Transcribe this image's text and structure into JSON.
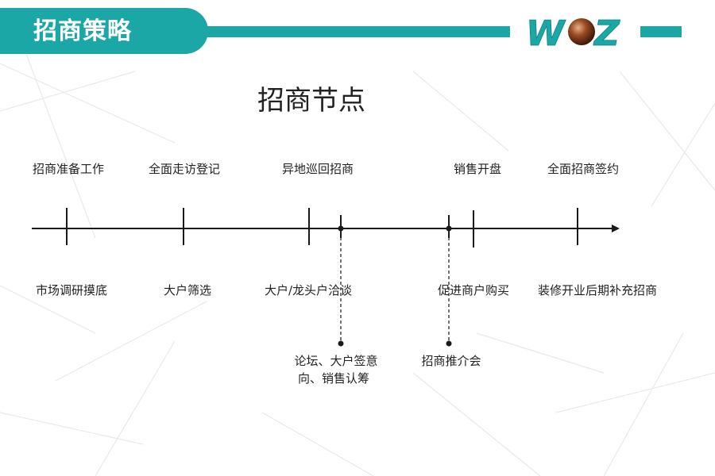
{
  "header": {
    "title": "招商策略",
    "logo_text": "WOZ"
  },
  "diagram": {
    "title": "招商节点",
    "top_labels": [
      "招商准备工作",
      "全面走访登记",
      "异地巡回招商",
      "销售开盘",
      "全面招商签约"
    ],
    "bottom_labels": [
      "市场调研摸底",
      "大户筛选",
      "大户/龙头户洽谈",
      "促进商户购买",
      "装修开业后期补充招商"
    ],
    "callouts": [
      {
        "lines": [
          "论坛、大户签意",
          "向、销售认筹"
        ]
      },
      {
        "lines": [
          "招商推介会"
        ]
      }
    ]
  },
  "colors": {
    "accent": "#1aa7a5",
    "logo_orb": "#7a3a1c",
    "text": "#222222"
  }
}
